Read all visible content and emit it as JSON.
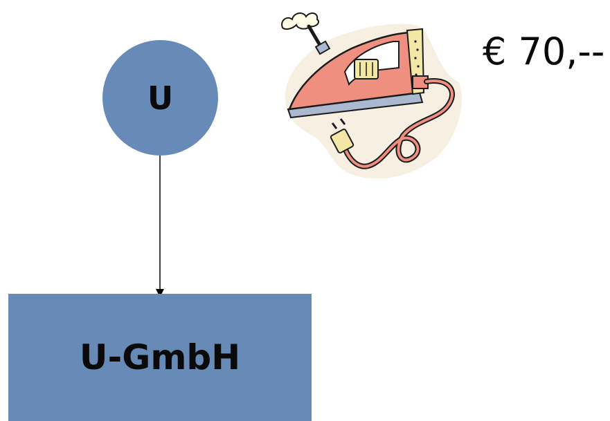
{
  "diagram": {
    "top_node": {
      "label": "U"
    },
    "bottom_node": {
      "label": "U-GmbH"
    },
    "price": {
      "text": "€ 70,--"
    },
    "image": {
      "icon": "iron-icon"
    },
    "colors": {
      "node_fill": "#678bb6",
      "text": "#0a0a0a",
      "arrow": "#000000",
      "iron_body": "#ef8f80",
      "iron_plate": "#aab8d0",
      "iron_handle": "#f3e7a6"
    }
  }
}
